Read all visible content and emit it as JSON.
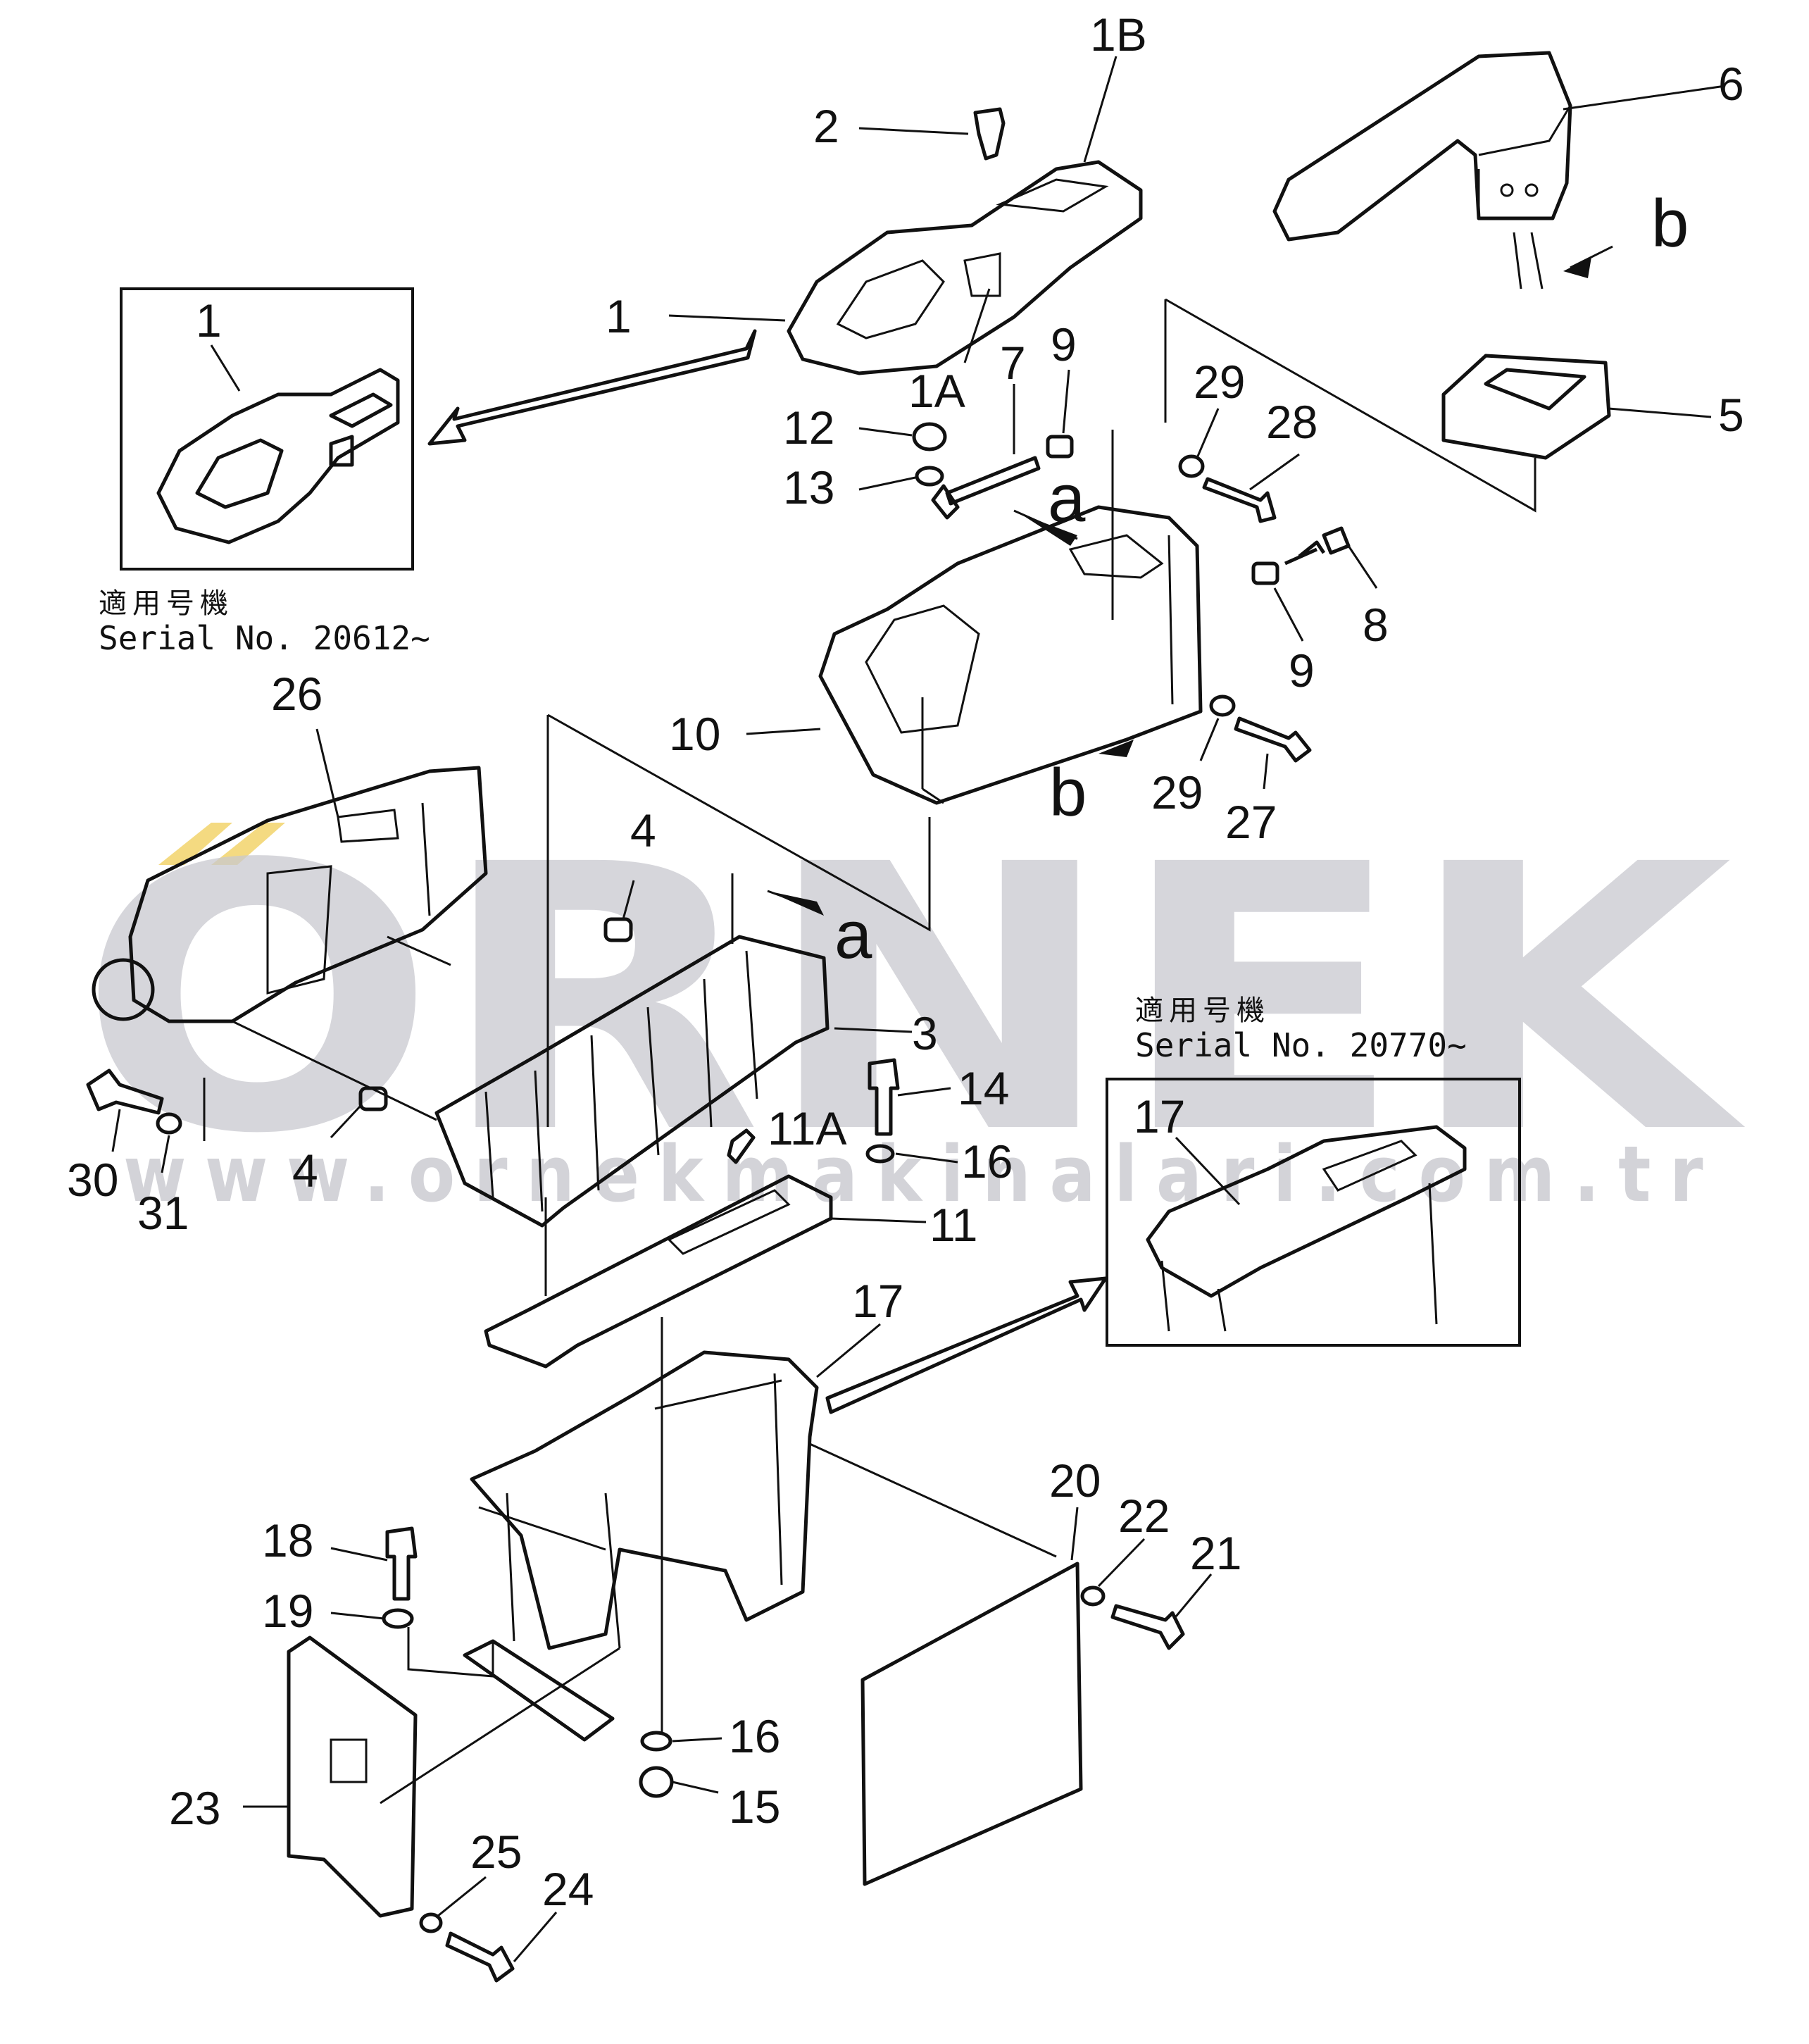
{
  "watermark": {
    "brand": "ORNEK",
    "url": "www.ornekmakinalari.com.tr",
    "color": "#c9c9cf",
    "chevron_color": "#f2d36b"
  },
  "insets": [
    {
      "id": "inset-1",
      "jp": "適用号機",
      "serial": "Serial  No. 20612~",
      "part_label": "1"
    },
    {
      "id": "inset-17",
      "jp": "適用号機",
      "serial": "Serial  No. 20770~",
      "part_label": "17"
    }
  ],
  "labels": {
    "l1b": "1B",
    "l2": "2",
    "l6": "6",
    "lb1": "b",
    "l1": "1",
    "l1a": "1A",
    "l7": "7",
    "l9a": "9",
    "l29a": "29",
    "l28": "28",
    "l5": "5",
    "l12": "12",
    "l13": "13",
    "la1": "a",
    "l8": "8",
    "l9b": "9",
    "l10": "10",
    "lb2": "b",
    "l29b": "29",
    "l27": "27",
    "l26": "26",
    "l4a": "4",
    "la2": "a",
    "l3": "3",
    "l14": "14",
    "l11a": "11A",
    "l16a": "16",
    "l11": "11",
    "l30": "30",
    "l31": "31",
    "l4b": "4",
    "l17": "17",
    "l20": "20",
    "l22": "22",
    "l21": "21",
    "l18": "18",
    "l19": "19",
    "l16b": "16",
    "l15": "15",
    "l23": "23",
    "l25": "25",
    "l24": "24"
  }
}
